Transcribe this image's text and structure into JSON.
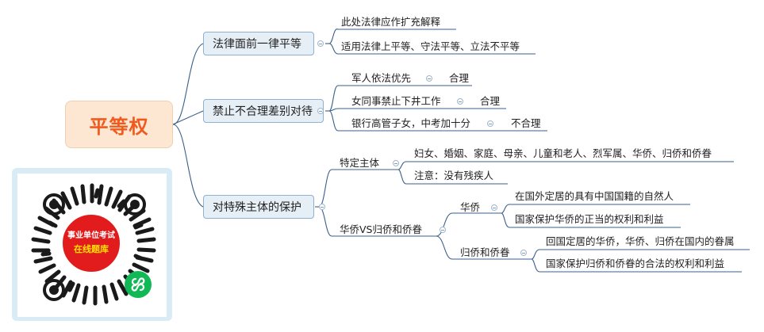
{
  "root": {
    "label": "平等权"
  },
  "branches": [
    {
      "label": "法律面前一律平等",
      "items": [
        {
          "label": "此处法律应作扩充解释"
        },
        {
          "label": "适用法律上平等、守法平等、立法不平等"
        }
      ]
    },
    {
      "label": "禁止不合理差别对待",
      "items": [
        {
          "label": "军人依法优先",
          "note": "合理"
        },
        {
          "label": "女同事禁止下井工作",
          "note": "合理"
        },
        {
          "label": "银行高管子女，中考加十分",
          "note": "不合理"
        }
      ]
    },
    {
      "label": "对特殊主体的保护",
      "groups": [
        {
          "label": "特定主体",
          "items": [
            {
              "label": "妇女、婚姻、家庭、母亲、儿童和老人、烈军属、华侨、归侨和侨眷"
            },
            {
              "label": "注意：没有残疾人"
            }
          ]
        },
        {
          "label": "华侨VS归侨和侨眷",
          "subgroups": [
            {
              "label": "华侨",
              "items": [
                {
                  "label": "在国外定居的具有中国国籍的自然人"
                },
                {
                  "label": "国家保护华侨的正当的权利和利益"
                }
              ]
            },
            {
              "label": "归侨和侨眷",
              "items": [
                {
                  "label": "回国定居的华侨，华侨、归侨在国内的眷属"
                },
                {
                  "label": "国家保护归侨和侨眷的合法的权利和利益"
                }
              ]
            }
          ]
        }
      ]
    }
  ],
  "qr_badge": {
    "line1": "事业单位考试",
    "line2": "在线题库"
  },
  "icons": {
    "qr_code": "qr-code-icon",
    "mini_program": "mini-program-icon",
    "collapse": "collapse-toggle-icon"
  },
  "colors": {
    "root_text": "#ef5b1e",
    "root_fill": "#fde7d2",
    "branch_fill": "#e6eef6",
    "line": "#3a5f8a",
    "badge": "#e21c1c",
    "qr_frame": "#d9ecf5"
  }
}
